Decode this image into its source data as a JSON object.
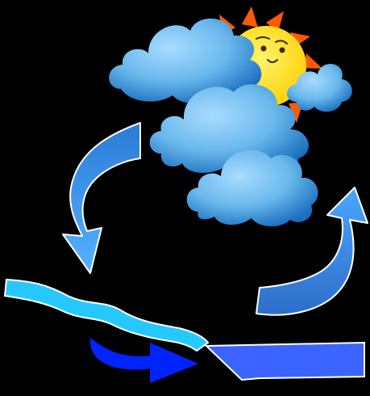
{
  "scene": {
    "background": "#000000",
    "elements": [
      {
        "name": "sun",
        "icon": "sun-icon",
        "face": "smiling-face"
      },
      {
        "name": "cloud-top",
        "icon": "cloud-icon"
      },
      {
        "name": "cloud-right-small",
        "icon": "cloud-icon"
      },
      {
        "name": "cloud-middle",
        "icon": "cloud-icon"
      },
      {
        "name": "cloud-bottom",
        "icon": "cloud-icon"
      },
      {
        "name": "arrow-condensation-left",
        "icon": "curved-arrow-icon"
      },
      {
        "name": "arrow-evaporation-right",
        "icon": "curved-arrow-icon"
      },
      {
        "name": "river",
        "icon": "wavy-river-icon"
      },
      {
        "name": "runoff-arrow",
        "icon": "arrow-right-icon"
      },
      {
        "name": "ocean",
        "icon": "water-body-icon"
      }
    ]
  },
  "colors": {
    "sky_background": "#000000",
    "cloud_fill": "#6ab8ec",
    "cloud_shade": "#1a6fc0",
    "sun_fill": "#ffe600",
    "sun_rays": "#ff5a00",
    "arrow_light": "#4ea8ff",
    "arrow_dark": "#1f63c8",
    "river": "#25c8ff",
    "runoff_arrow": "#0024ff",
    "ocean": "#3b63ff",
    "outline": "#ffffff"
  }
}
